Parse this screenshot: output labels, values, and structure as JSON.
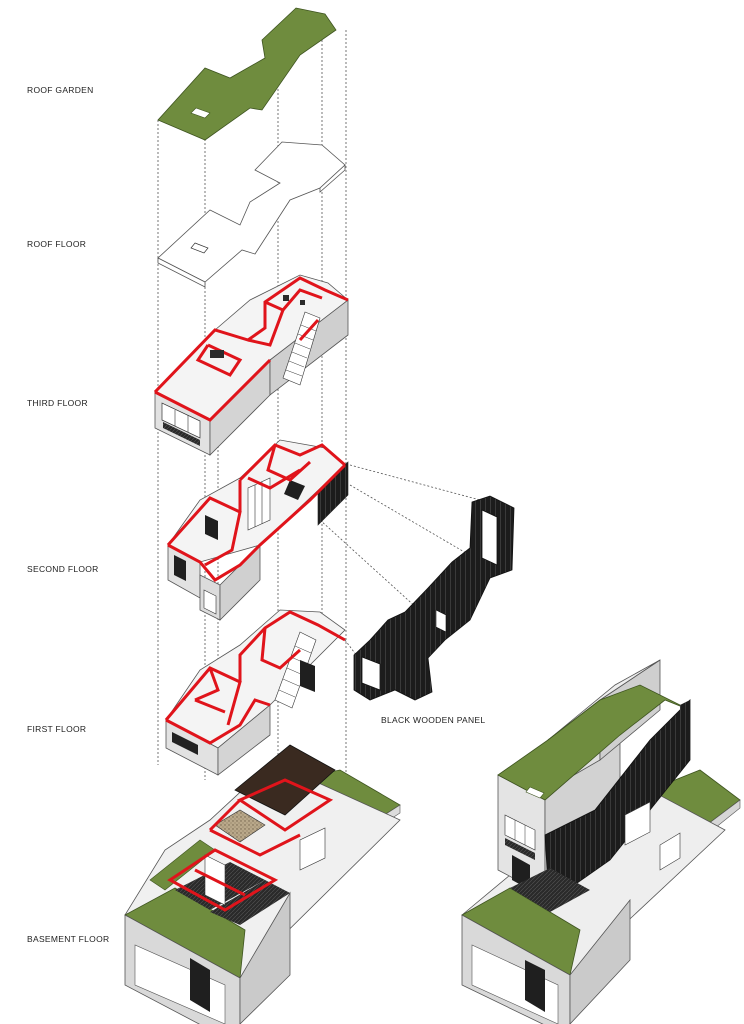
{
  "labels": {
    "roof_garden": "ROOF GARDEN",
    "roof_floor": "ROOF FLOOR",
    "third_floor": "THIRD FLOOR",
    "second_floor": "SECOND FLOOR",
    "first_floor": "FIRST FLOOR",
    "basement_floor": "BASEMENT FLOOR",
    "black_wooden_panel": "BLACK WOODEN PANEL"
  },
  "colors": {
    "wall_highlight": "#e0141b",
    "green_roof": "#6f8c3e",
    "panel": "#1c1c1c",
    "concrete": "#e6e6e6",
    "outline": "#4a4a4a"
  }
}
